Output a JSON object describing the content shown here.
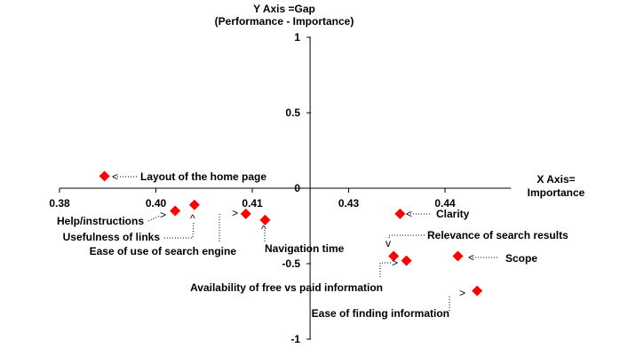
{
  "chart_data": {
    "type": "scatter",
    "title": "",
    "xlabel": [
      "X Axis=",
      "Importance"
    ],
    "ylabel": [
      "Y Axis =Gap",
      "(Performance - Importance)"
    ],
    "xlim": [
      0.38,
      0.45
    ],
    "ylim": [
      -1,
      1
    ],
    "y_axis_crosses_x_at": 0.419,
    "xticks": [
      0.38,
      0.395,
      0.41,
      0.425,
      0.44
    ],
    "xtick_labels": [
      "0.38",
      "0.40",
      "0.41",
      "0.43",
      "0.44"
    ],
    "yticks": [
      1,
      0.5,
      0,
      -0.5,
      -1
    ],
    "ytick_labels": [
      "1",
      "0.5",
      "0",
      "-0.5",
      "-1"
    ],
    "grid": false,
    "marker_color": "#ff0000",
    "points": [
      {
        "label": "Layout of the home page",
        "x": 0.387,
        "y": 0.08
      },
      {
        "label": "Help/instructions",
        "x": 0.398,
        "y": -0.15
      },
      {
        "label": "Usefulness of links",
        "x": 0.401,
        "y": -0.11
      },
      {
        "label": "Ease of use of search engine",
        "x": 0.409,
        "y": -0.17
      },
      {
        "label": "Navigation time",
        "x": 0.412,
        "y": -0.21
      },
      {
        "label": "Clarity",
        "x": 0.433,
        "y": -0.17
      },
      {
        "label": "Relevance of search results",
        "x": 0.432,
        "y": -0.45
      },
      {
        "label": "Availability of free vs paid information",
        "x": 0.434,
        "y": -0.48
      },
      {
        "label": "Scope",
        "x": 0.442,
        "y": -0.45
      },
      {
        "label": "Ease of finding information",
        "x": 0.445,
        "y": -0.68
      }
    ]
  }
}
